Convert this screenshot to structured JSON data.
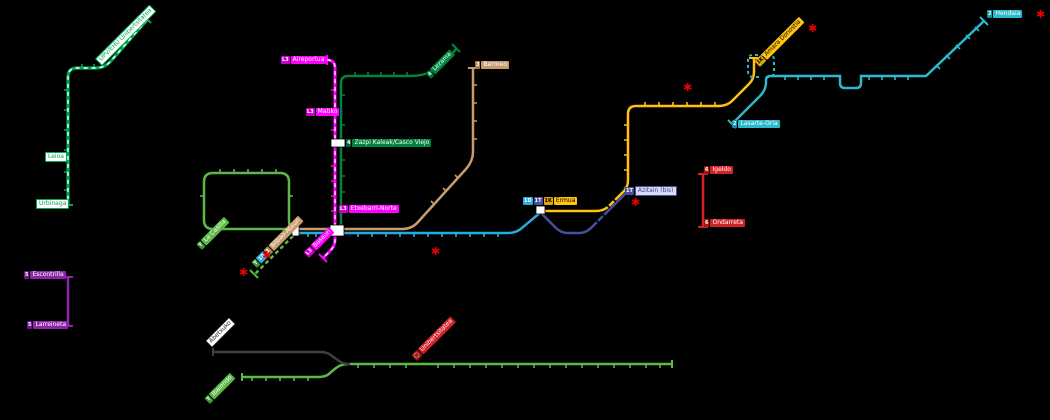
{
  "colors": {
    "background": "#000000",
    "line_1d": "#29abe2",
    "line_1t": "#474f9f",
    "line_1k": "#ffc20e",
    "line_2": "#2bb9cc",
    "line_3": "#c69c6d",
    "line_4": "#00843d",
    "line_5": "#8e24aa",
    "line_6": "#d32128",
    "metro_l3": "#ff00ff",
    "tram": "#5cb947",
    "upv_branch": "#00a650",
    "old_alignment": "#3f3f3f",
    "asterisk": "#e60000"
  },
  "badges": {
    "l3": "L3",
    "n1d": "1D",
    "n1t": "1T",
    "n1k": "1K",
    "n2": "2",
    "n3": "3",
    "n4": "4",
    "n5": "5",
    "n6": "6",
    "tram": "T",
    "ring": "◯"
  },
  "stations": {
    "upv_ehu": "UPV/EHU Unibertsitatea",
    "leioa": "Leioa",
    "urbinaga": "Urbinaga",
    "escontrilla": "Escontrilla",
    "larreineta": "Larreineta",
    "aireportua": "Aireportua",
    "matiko": "Matiko",
    "etxebarri_norte": "Etxebarri-Norte",
    "basauri": "Basauri",
    "zazpi_kaleak": "Zazpi Kaleak/Casco Viejo",
    "lezama": "Lezama",
    "bermeo": "Bermeo",
    "la_casilla": "La Casilla",
    "atxuri": "Bilbao-Atxuri",
    "ermua": "Ermua",
    "azitain": "Azitain (bis)",
    "amara": "Amara Donostia",
    "lasarte_oria": "Lasarte-Oria",
    "hendaia": "Hendaia",
    "igeldo": "Igeldo",
    "ondarreta": "Ondarreta",
    "abetxuko": "Abetxuko",
    "ibaiondo": "Ibaiondo",
    "unibertsitatea": "Unibertsitatea"
  },
  "symbols": {
    "construction": "✱"
  }
}
